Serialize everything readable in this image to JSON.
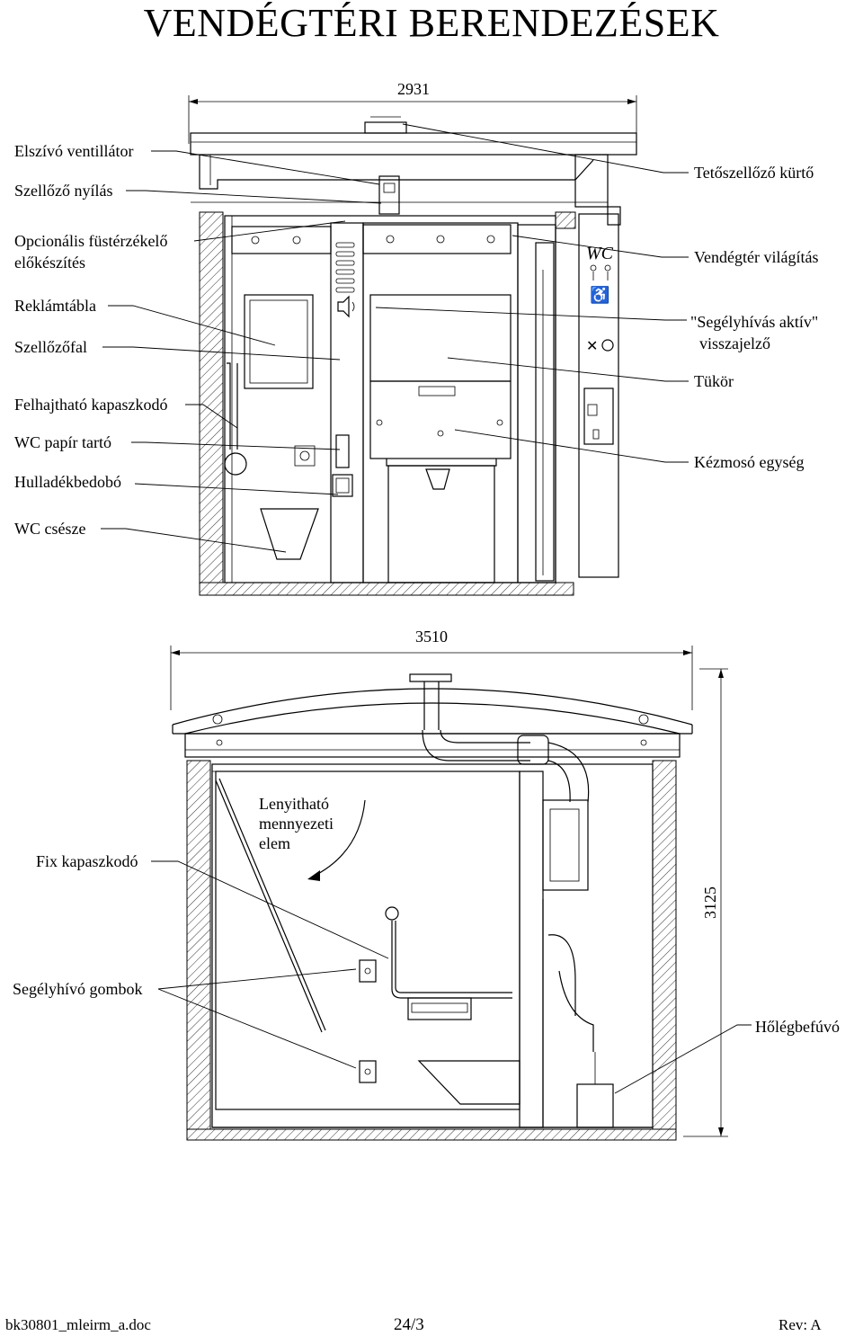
{
  "title": "VENDÉGTÉRI BERENDEZÉSEK",
  "top_view": {
    "dimension": "2931",
    "labels_left": [
      "Elszívó ventillátor",
      "Szellőző nyílás",
      "Opcionális füstérzékelő",
      "előkészítés",
      "Reklámtábla",
      "Szellőzőfal",
      "Felhajtható kapaszkodó",
      "WC papír tartó",
      "Hulladékbedobó",
      "WC csésze"
    ],
    "labels_right": [
      "Tetőszellőző kürtő",
      "Vendégtér világítás",
      "\"Segélyhívás aktív\"",
      "visszajelző",
      "Tükör",
      "Kézmosó egység"
    ],
    "panel_sign": "WC"
  },
  "bottom_view": {
    "dimension_width": "3510",
    "dimension_height": "3125",
    "ceiling_note": [
      "Lenyitható",
      "mennyezeti",
      "elem"
    ],
    "labels_left": [
      "Fix kapaszkodó",
      "Segélyhívó gombok"
    ],
    "labels_right": [
      "Hőlégbefúvó"
    ]
  },
  "footer": {
    "file": "bk30801_mleirm_a.doc",
    "page": "24/3",
    "rev": "Rev: A"
  }
}
